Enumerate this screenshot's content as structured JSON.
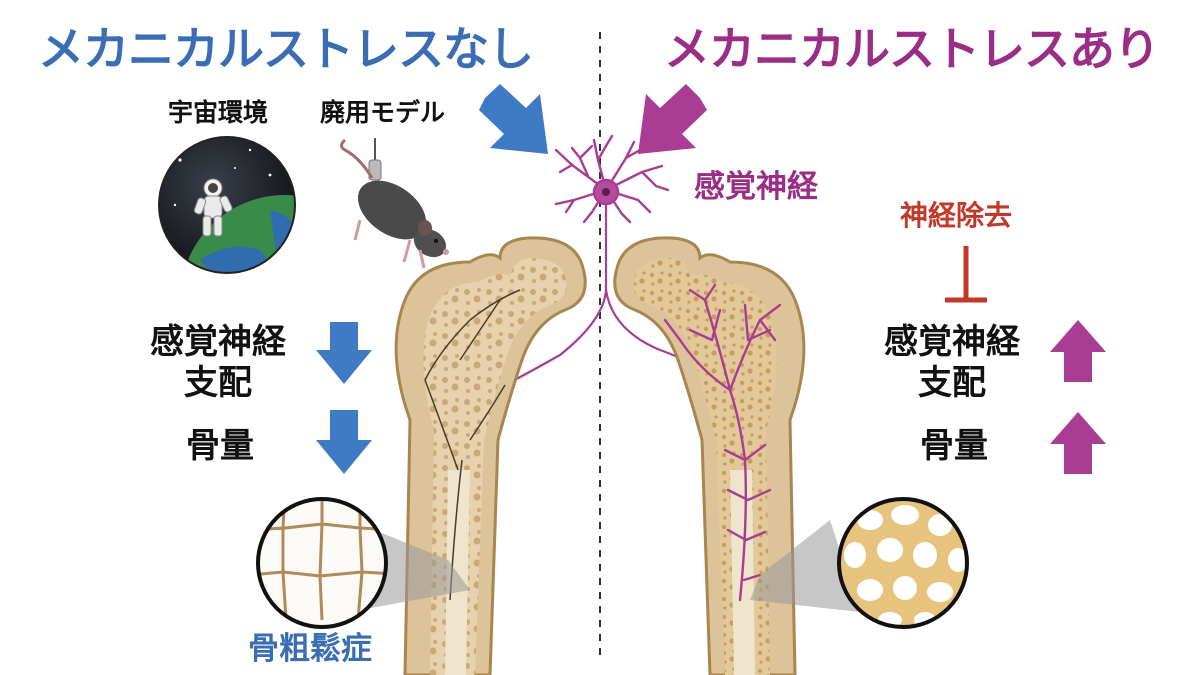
{
  "left_panel": {
    "title": "メカニカルストレスなし",
    "space_label": "宇宙環境",
    "model_label": "廃用モデル",
    "sensory_innervation_label": "感覚神経\n支配",
    "bone_mass_label": "骨量",
    "disease_label": "骨粗鬆症",
    "trend": "down"
  },
  "right_panel": {
    "title": "メカニカルストレスあり",
    "neuron_label": "感覚神経",
    "denervation_label": "神経除去",
    "sensory_innervation_label": "感覚神経\n支配",
    "bone_mass_label": "骨量",
    "trend": "up"
  },
  "colors": {
    "left_accent": "#3a6db3",
    "right_accent": "#9a2e86",
    "inhibit": "#c0392b",
    "bone": "#dcc39a",
    "bone_outline": "#a8864f"
  },
  "icons": [
    "astronaut-icon",
    "mouse-icon",
    "neuron-icon",
    "femur-icon",
    "down-arrow-icon",
    "up-arrow-icon",
    "inhibition-icon",
    "magnifier-icon"
  ]
}
